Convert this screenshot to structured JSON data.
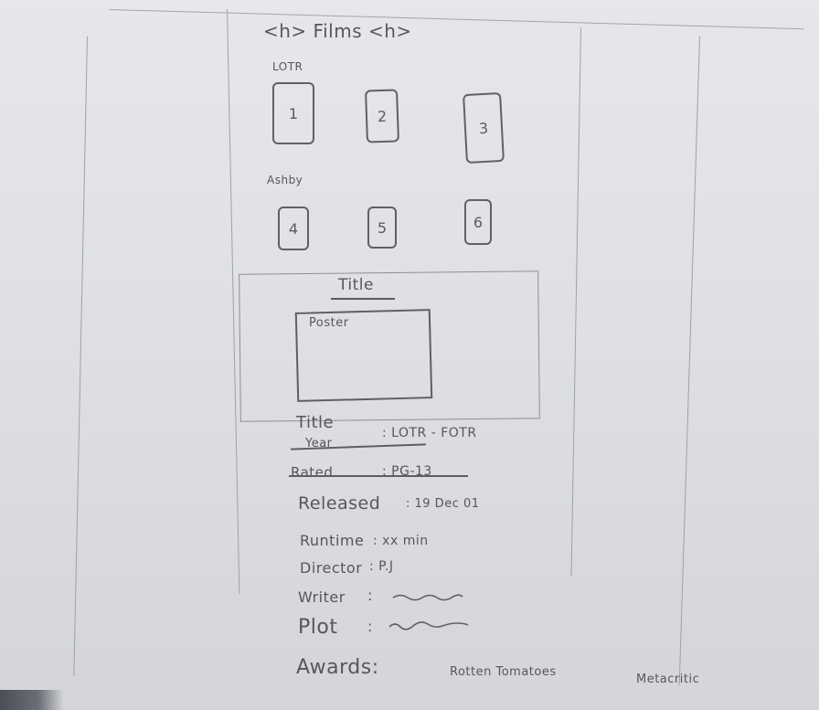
{
  "heading": "<h> Films <h>",
  "sections": [
    {
      "label": "LOTR",
      "cards": [
        "1",
        "2",
        "3"
      ]
    },
    {
      "label": "Ashby",
      "cards": [
        "4",
        "5",
        "6"
      ]
    }
  ],
  "detail": {
    "title": "Title",
    "poster_label": "Poster",
    "fields": [
      {
        "label": "Title",
        "value": ": LOTR - FOTR",
        "struck": false
      },
      {
        "label": "Year",
        "value": "",
        "struck": true
      },
      {
        "label": "Rated",
        "value": ": PG-13",
        "struck": true
      },
      {
        "label": "Released",
        "value": ": 19 Dec 01",
        "struck": false
      },
      {
        "label": "Runtime",
        "value": ": xx min",
        "struck": false
      },
      {
        "label": "Director",
        "value": ": P.J",
        "struck": false
      },
      {
        "label": "Writer",
        "value": ":",
        "struck": false
      },
      {
        "label": "Plot",
        "value": ":",
        "struck": false
      },
      {
        "label": "Awards:",
        "value": "",
        "struck": false
      }
    ],
    "awards": [
      "Rotten Tomatoes",
      "Metacritic"
    ]
  }
}
